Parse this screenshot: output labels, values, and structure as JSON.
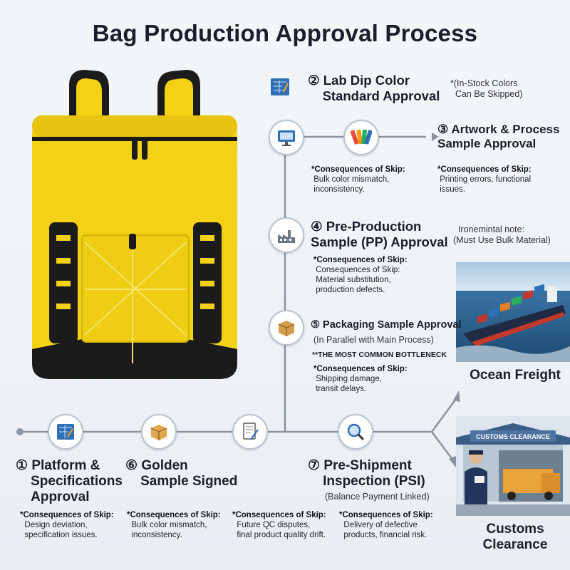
{
  "title": "Bag Production Approval Process",
  "steps": {
    "lab_dip": {
      "num": "②",
      "title_l1": "Lab Dip Color",
      "title_l2": "Standard Approval",
      "note_l1": "*(In-Stock Colors",
      "note_l2": "Can Be Skipped)",
      "csk_head": "*Consequences of Skip:",
      "csk_l1": "Bulk color mismatch,",
      "csk_l2": "inconsistency."
    },
    "artwork": {
      "num": "③",
      "title_l1": "Artwork & Process",
      "title_l2": "Sample Approval",
      "csk_head": "*Consequences of Skip:",
      "csk_l1": "Printing errors, functional",
      "csk_l2": "issues."
    },
    "pp": {
      "num": "④",
      "title_l1": "Pre-Production",
      "title_l2": "Sample (PP) Approval",
      "note_l1": "Ironemintal note:",
      "note_l2": "(Must Use Bulk Material)",
      "csk_head": "*Consequences of Skip:",
      "csk_l0": "Consequences of Skip:",
      "csk_l1": "Material substitution,",
      "csk_l2": "production defects."
    },
    "packaging": {
      "num": "⑤",
      "title_l1": "Packaging Sample Approval",
      "sub": "(In Parallel with Main Process)",
      "bottleneck": "**THE MOST COMMON BOTTLENECK",
      "csk_head": "*Consequences of Skip:",
      "csk_l1": "Shipping damage,",
      "csk_l2": "transit delays."
    },
    "platform": {
      "num": "①",
      "title_l1": "Platform &",
      "title_l2": "Specifications",
      "title_l3": "Approval",
      "csk_head": "*Consequences of Skip:",
      "csk_l1": "Design deviation,",
      "csk_l2": "specification issues."
    },
    "golden": {
      "num": "⑥",
      "title_l1": "Golden",
      "title_l2": "Sample Signed",
      "csk_head": "*Consequences of Skip:",
      "csk_l1": "Bulk color mismatch,",
      "csk_l2": "inconsistency."
    },
    "qc": {
      "csk_head": "*Consequences of Skip:",
      "csk_l1": "Future QC disputes,",
      "csk_l2": "final product quality drift."
    },
    "psi": {
      "num": "⑦",
      "title_l1": "Pre-Shipment",
      "title_l2": "Inspection (PSI)",
      "sub": "(Balance Payment Linked)",
      "csk_head": "*Consequences of Skip:",
      "csk_l1": "Delivery of defective",
      "csk_l2": "products, financial risk."
    }
  },
  "destinations": {
    "ocean": "Ocean Freight",
    "customs_l1": "Customs",
    "customs_l2": "Clearance",
    "customs_sign": "CUSTOMS CLEARANCE"
  },
  "colors": {
    "bag": "#f2d116",
    "bag_dark": "#1b1b1b",
    "line": "#8a939e",
    "icon_blue": "#2f6fb5",
    "sea": "#2c5f8a"
  },
  "icons": [
    "blueprint-icon",
    "monitor-icon",
    "color-swatch-icon",
    "factory-icon",
    "box-icon",
    "magnifier-icon",
    "contract-icon",
    "package-icon"
  ]
}
